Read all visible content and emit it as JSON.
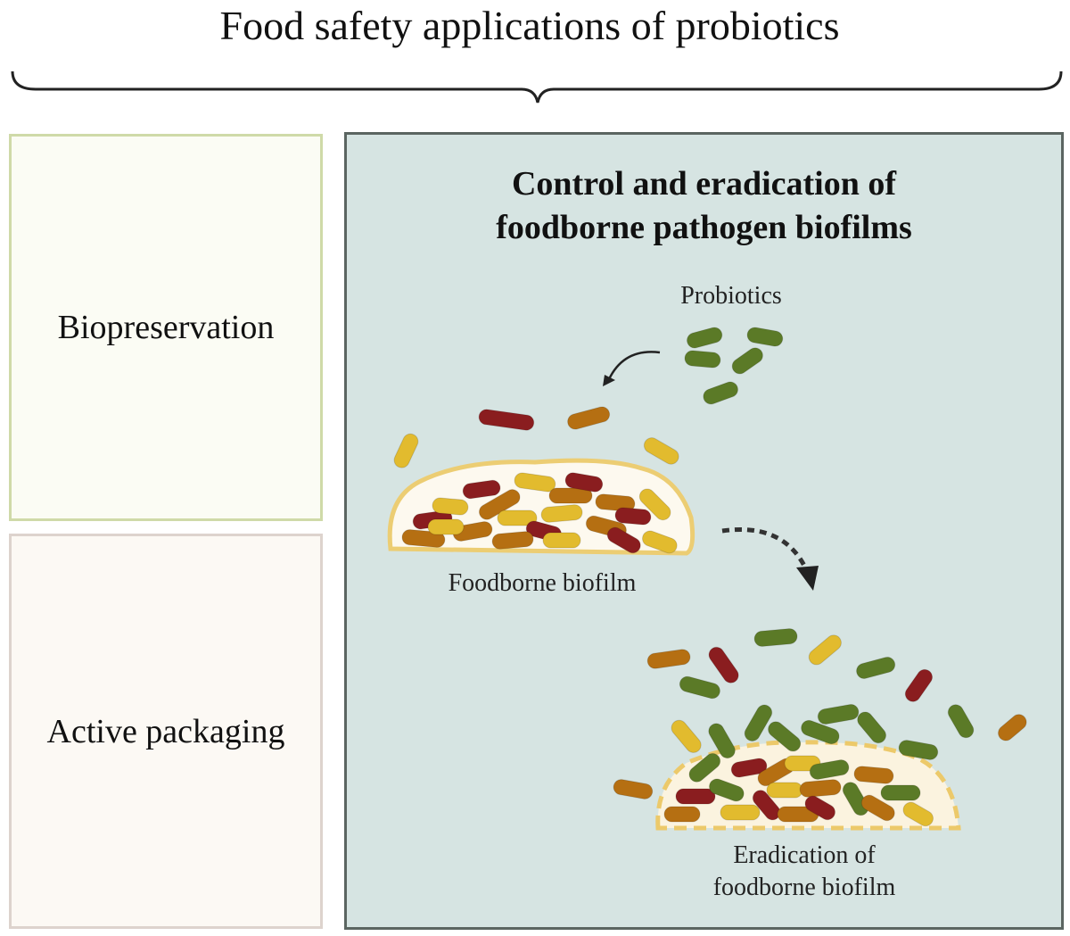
{
  "title": "Food safety applications of probiotics",
  "left_boxes": [
    {
      "label": "Biopreservation"
    },
    {
      "label": "Active packaging"
    }
  ],
  "panel": {
    "heading_line1": "Control and eradication of",
    "heading_line2": "foodborne pathogen biofilms",
    "probiotics_label": "Probiotics",
    "biofilm_label": "Foodborne biofilm",
    "eradication_line1": "Eradication of",
    "eradication_line2": "foodborne biofilm"
  },
  "colors": {
    "probiotic_green": "#5b7a27",
    "pathogen_red": "#8a1d1f",
    "pathogen_orange": "#b56f12",
    "pathogen_yellow": "#e2bb2e",
    "panel_bg": "#d6e4e2"
  }
}
